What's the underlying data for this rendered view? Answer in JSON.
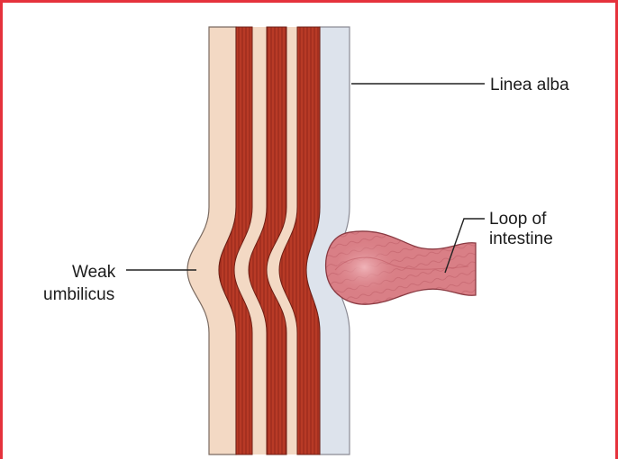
{
  "labels": {
    "linea_alba": "Linea alba",
    "loop_line1": "Loop of",
    "loop_line2": "intestine",
    "weak_line1": "Weak",
    "weak_line2": "umbilicus"
  },
  "colors": {
    "frame": "#e5323c",
    "skin": "#f3d9c4",
    "muscle": "#b83a26",
    "muscle_stripe": "#8e2418",
    "fascia": "#dde3ec",
    "intestine": "#d97f86",
    "intestine_light": "#eaa1a7",
    "leader": "#222222"
  },
  "icons": {
    "intestine": "intestine-loop-icon"
  }
}
